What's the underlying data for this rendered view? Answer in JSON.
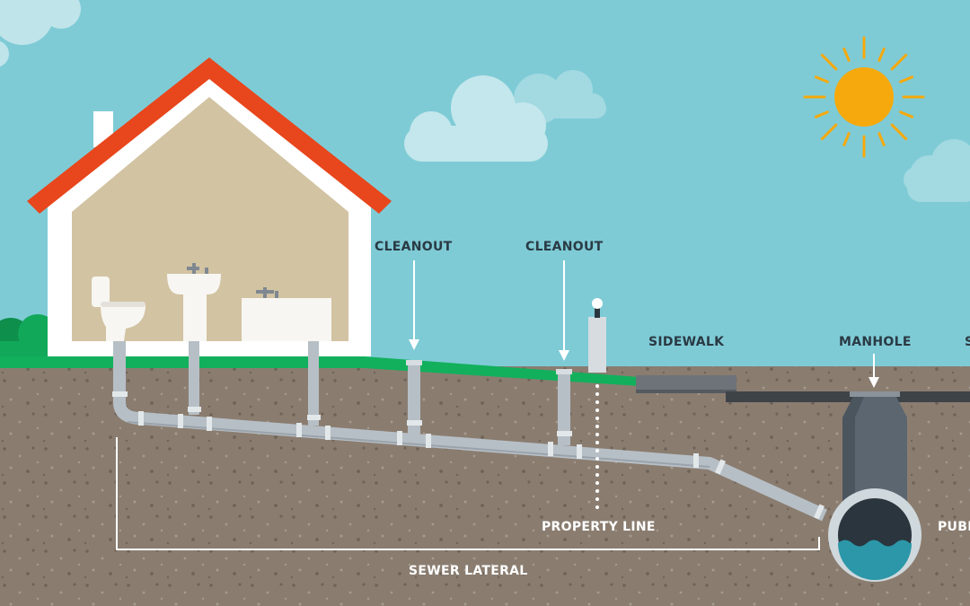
{
  "labels": {
    "cleanout_1": "CLEANOUT",
    "cleanout_2": "CLEANOUT",
    "sidewalk": "SIDEWALK",
    "manhole": "MANHOLE",
    "cut_right": "S",
    "property_line": "PROPERTY LINE",
    "public": "PUBL",
    "sewer_lateral": "SEWER LATERAL"
  },
  "colors": {
    "sky": "#7ecbd6",
    "soil": "#8a7d70",
    "grass": "#12b05c",
    "roof": "#e8461c",
    "house_interior": "#d2c3a2",
    "pipe": "#b7bfc6",
    "manhole": "#5b6670",
    "sun": "#f6a90c",
    "water": "#2b97a8"
  }
}
